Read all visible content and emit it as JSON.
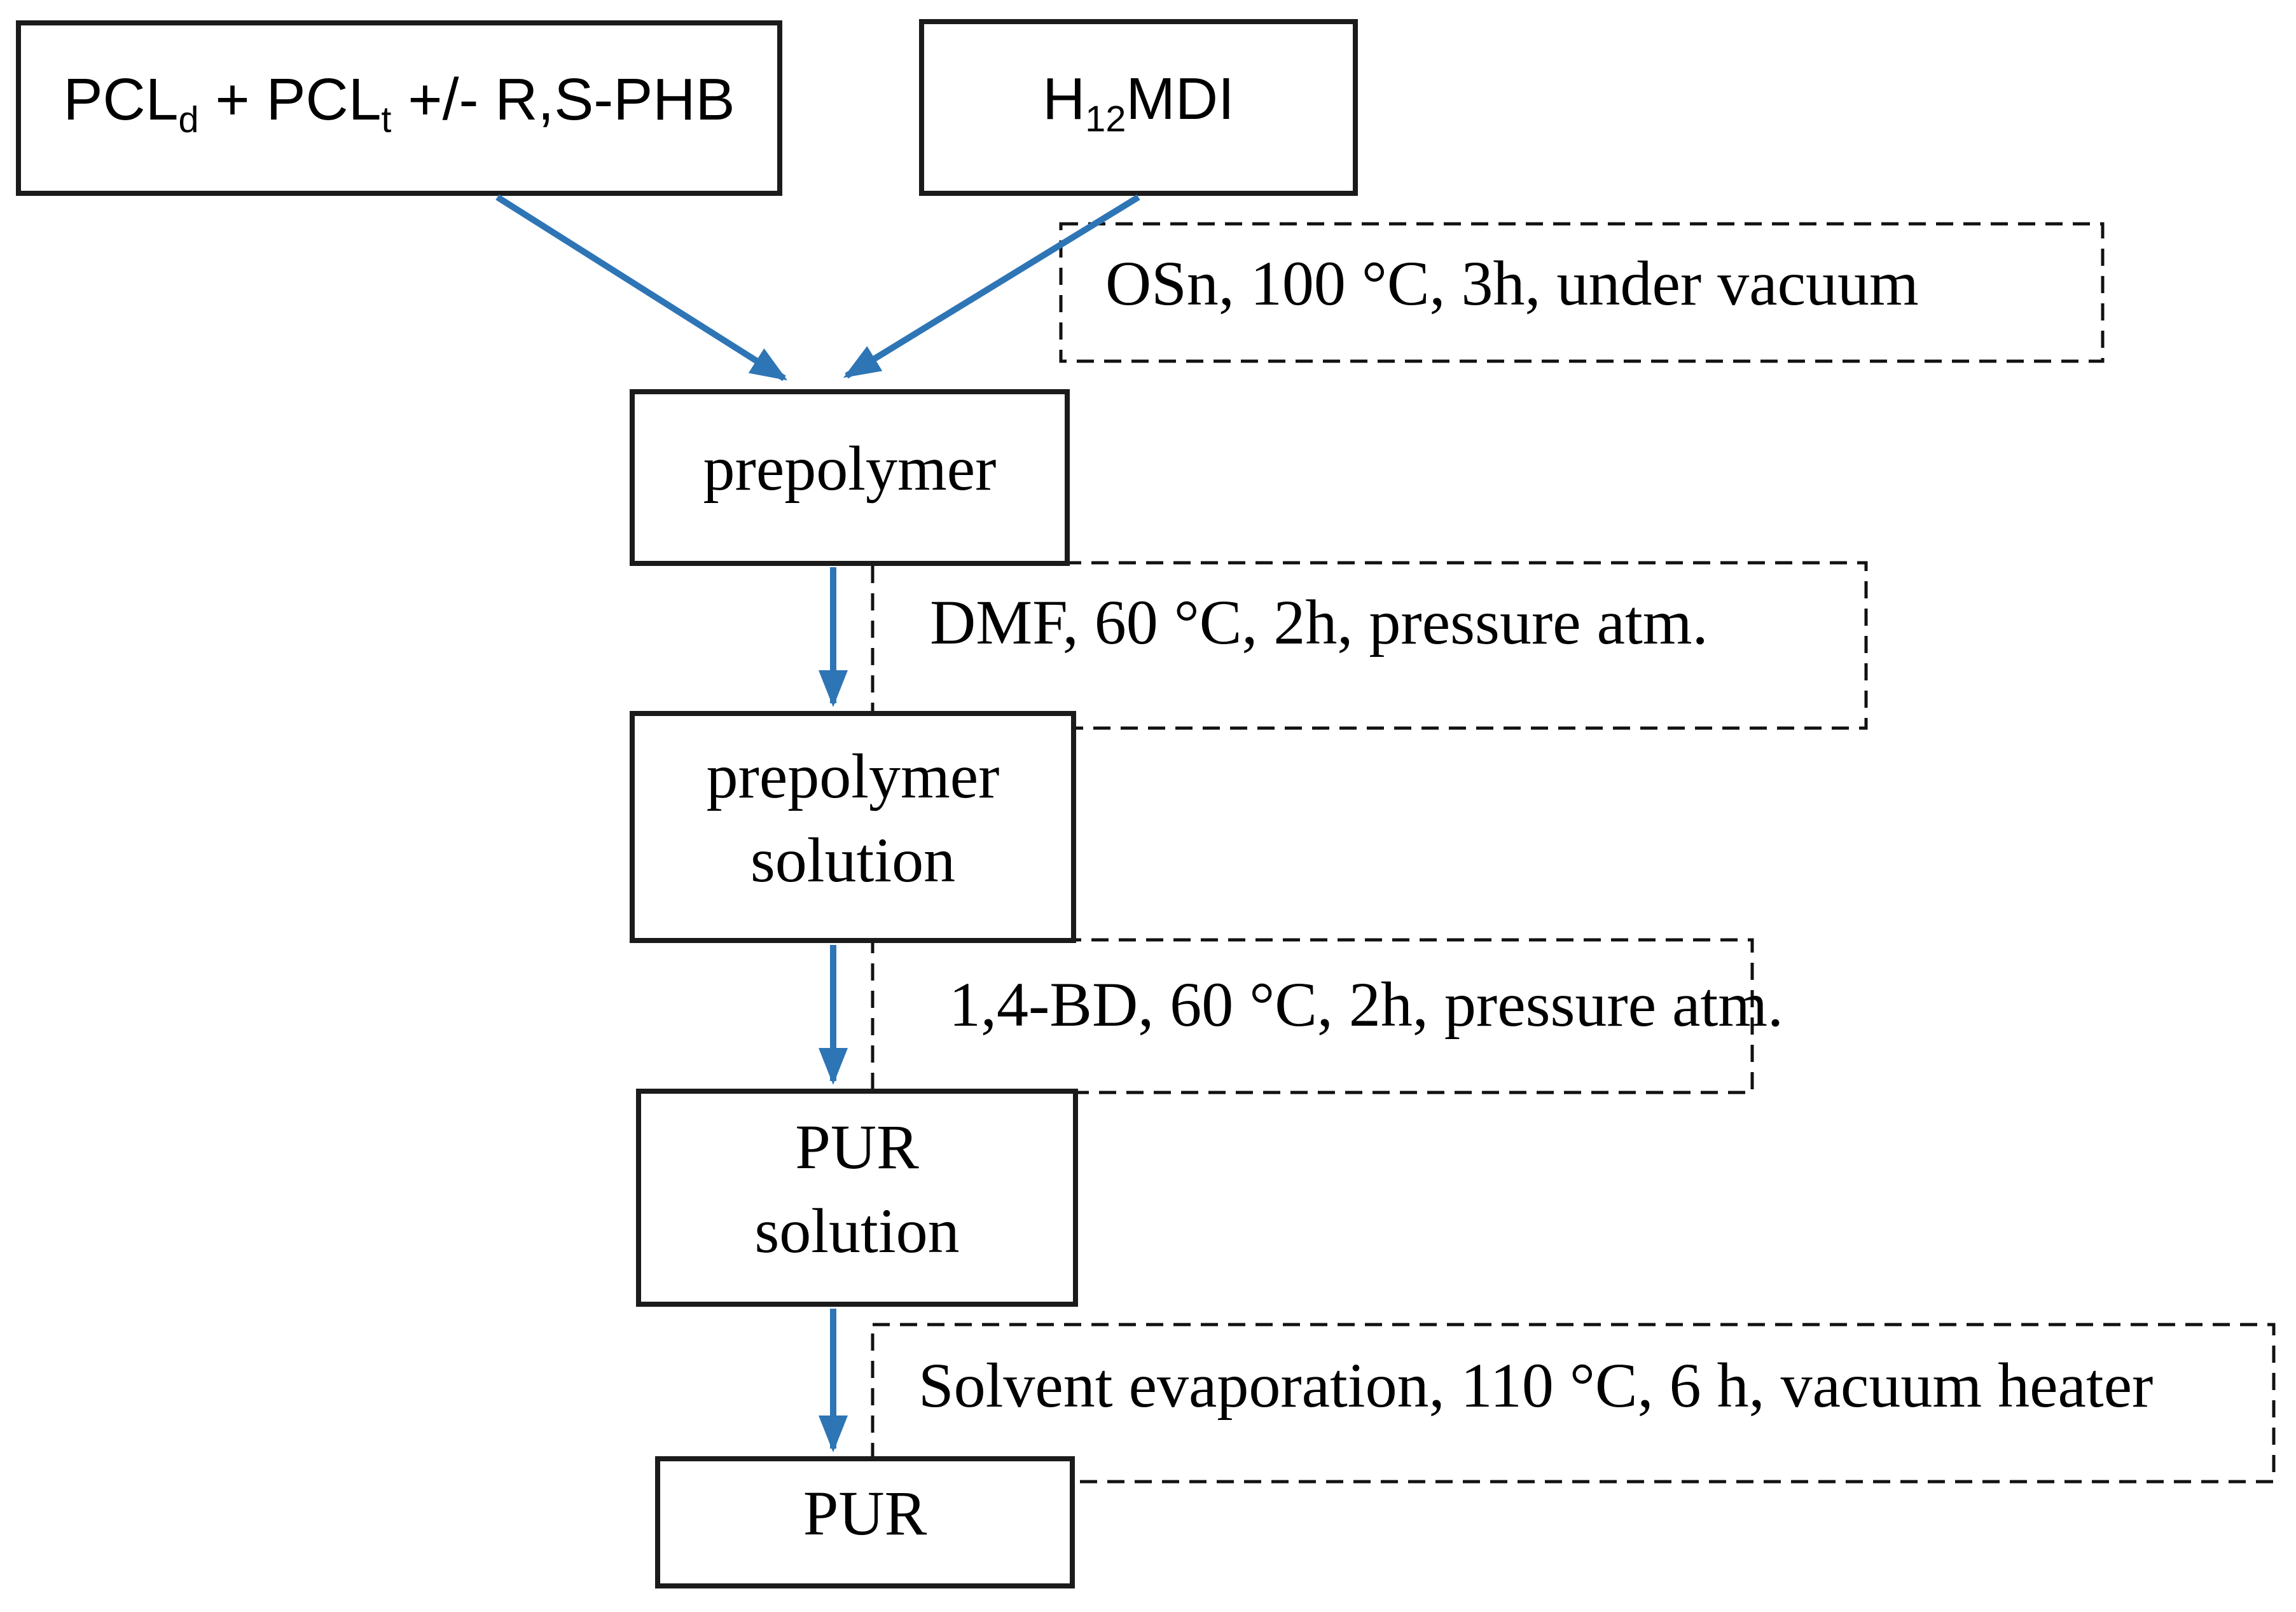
{
  "title": "PUR synthesis flowchart",
  "colors": {
    "arrow_blue": "#2E75B6",
    "dashed_black": "#111111",
    "box_border_black": "#1b1b1b",
    "text_black": "#000000",
    "background": "#ffffff"
  },
  "boxes": {
    "pcl": {
      "p1": "PCL",
      "sub1": "d",
      "p2": " + PCL",
      "sub2": "t",
      "p3": " +/- R,S-PHB"
    },
    "h12mdi": {
      "p1": "H",
      "sub1": "12",
      "p2": "MDI"
    },
    "prepolymer": {
      "line1": "prepolymer"
    },
    "prepolymer_solution": {
      "line1": "prepolymer",
      "line2": "solution"
    },
    "pur_solution": {
      "line1": "PUR",
      "line2": "solution"
    },
    "pur": {
      "line1": "PUR"
    }
  },
  "notes": {
    "osn": "OSn, 100 °C, 3h, under vacuum",
    "dmf": "DMF, 60 °C, 2h, pressure atm.",
    "bd": "1,4-BD, 60 °C, 2h, pressure atm.",
    "solvent": "Solvent evaporation, 110 °C, 6 h, vacuum heater"
  }
}
